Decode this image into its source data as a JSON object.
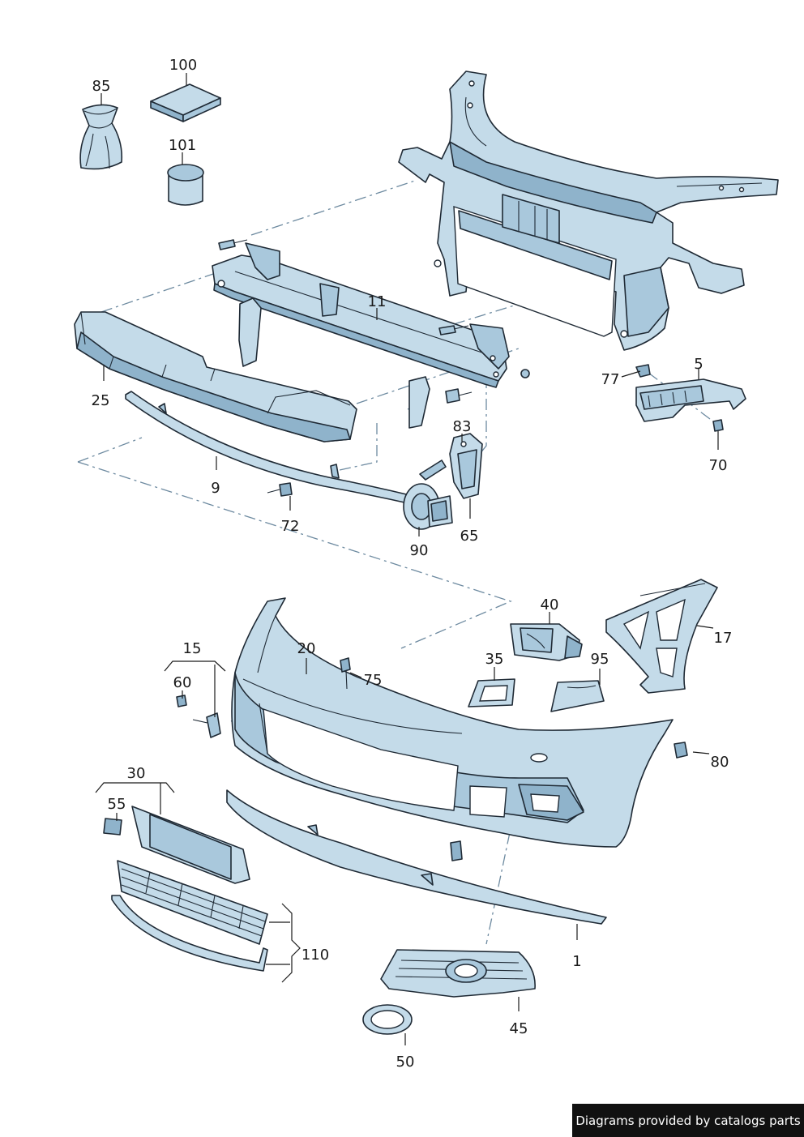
{
  "callouts": {
    "c85": "85",
    "c100": "100",
    "c101": "101",
    "c11": "11",
    "c25": "25",
    "c9": "9",
    "c72": "72",
    "c83": "83",
    "c90": "90",
    "c65": "65",
    "c77": "77",
    "c5": "5",
    "c70": "70",
    "c40": "40",
    "c17": "17",
    "c35": "35",
    "c95": "95",
    "c20": "20",
    "c75": "75",
    "c80": "80",
    "c15": "15",
    "c60": "60",
    "c30": "30",
    "c55": "55",
    "c110": "110",
    "c1": "1",
    "c45": "45",
    "c50": "50"
  },
  "footer": {
    "credit": "Diagrams provided by catalogs parts"
  },
  "colors": {
    "part_fill": "#c4dbe9",
    "part_shade": "#8fb3cb",
    "outline": "#1f2a35",
    "dashed_line": "#6d8aa0",
    "badge_bg": "#111111"
  }
}
